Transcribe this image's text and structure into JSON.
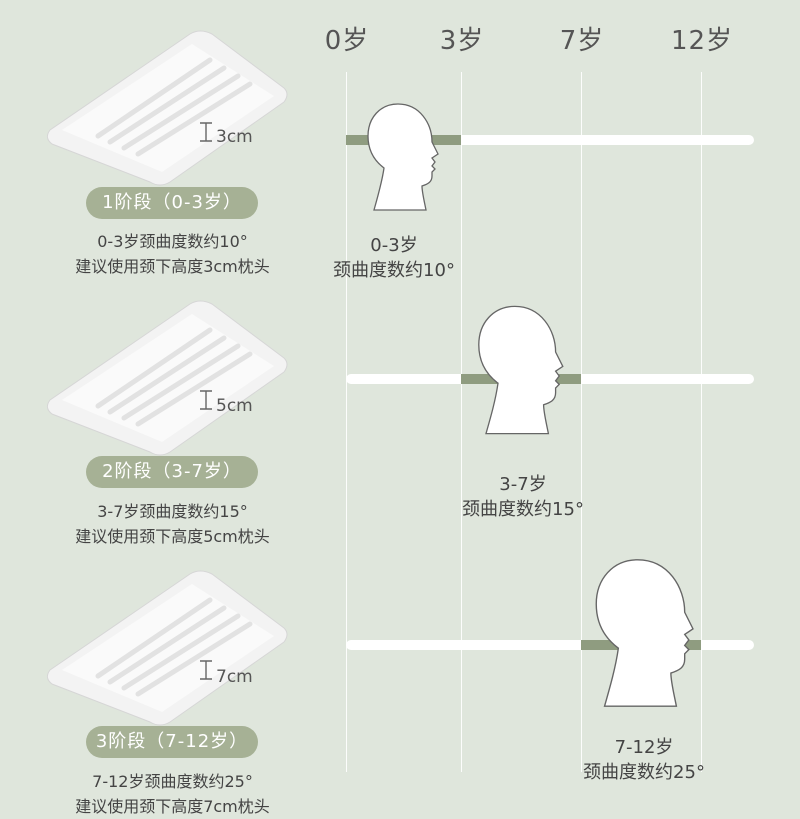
{
  "ages": [
    "0岁",
    "3岁",
    "7岁",
    "12岁"
  ],
  "stages": [
    {
      "pill": "1阶段（0-3岁）",
      "height": "3cm",
      "desc_line1": "0-3岁颈曲度数约10°",
      "desc_line2": "建议使用颈下高度3cm枕头",
      "caption_line1": "0-3岁",
      "caption_line2": "颈曲度数约10°"
    },
    {
      "pill": "2阶段（3-7岁）",
      "height": "5cm",
      "desc_line1": "3-7岁颈曲度数约15°",
      "desc_line2": "建议使用颈下高度5cm枕头",
      "caption_line1": "3-7岁",
      "caption_line2": "颈曲度数约15°"
    },
    {
      "pill": "3阶段（7-12岁）",
      "height": "7cm",
      "desc_line1": "7-12岁颈曲度数约25°",
      "desc_line2": "建议使用颈下高度7cm枕头",
      "caption_line1": "7-12岁",
      "caption_line2": "颈曲度数约25°"
    }
  ],
  "colors": {
    "background": "#dfe6dc",
    "accent": "#a6b195",
    "track_fill": "#8f9c80",
    "track": "#ffffff"
  }
}
